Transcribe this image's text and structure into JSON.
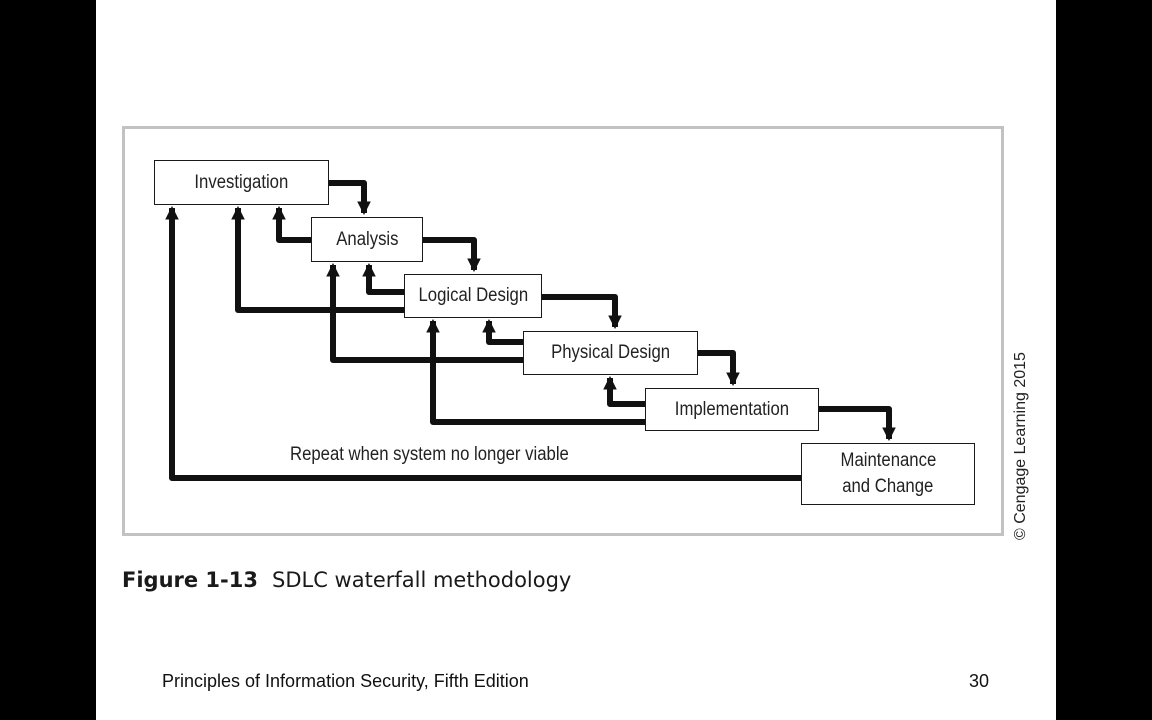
{
  "figure": {
    "boxes": {
      "investigation": "Investigation",
      "analysis": "Analysis",
      "logical_design": "Logical Design",
      "physical_design": "Physical Design",
      "implementation": "Implementation",
      "maintenance_line1": "Maintenance",
      "maintenance_line2": "and Change"
    },
    "repeat_label": "Repeat when system no longer viable",
    "copyright": "© Cengage Learning 2015"
  },
  "caption": {
    "number": "Figure 1-13",
    "text": "SDLC waterfall methodology"
  },
  "footer": {
    "title": "Principles of Information Security, Fifth Edition",
    "page": "30"
  },
  "colors": {
    "arrow": "#111111",
    "frame": "#c2c2c2",
    "background": "#ffffff",
    "letterbox": "#000000"
  }
}
